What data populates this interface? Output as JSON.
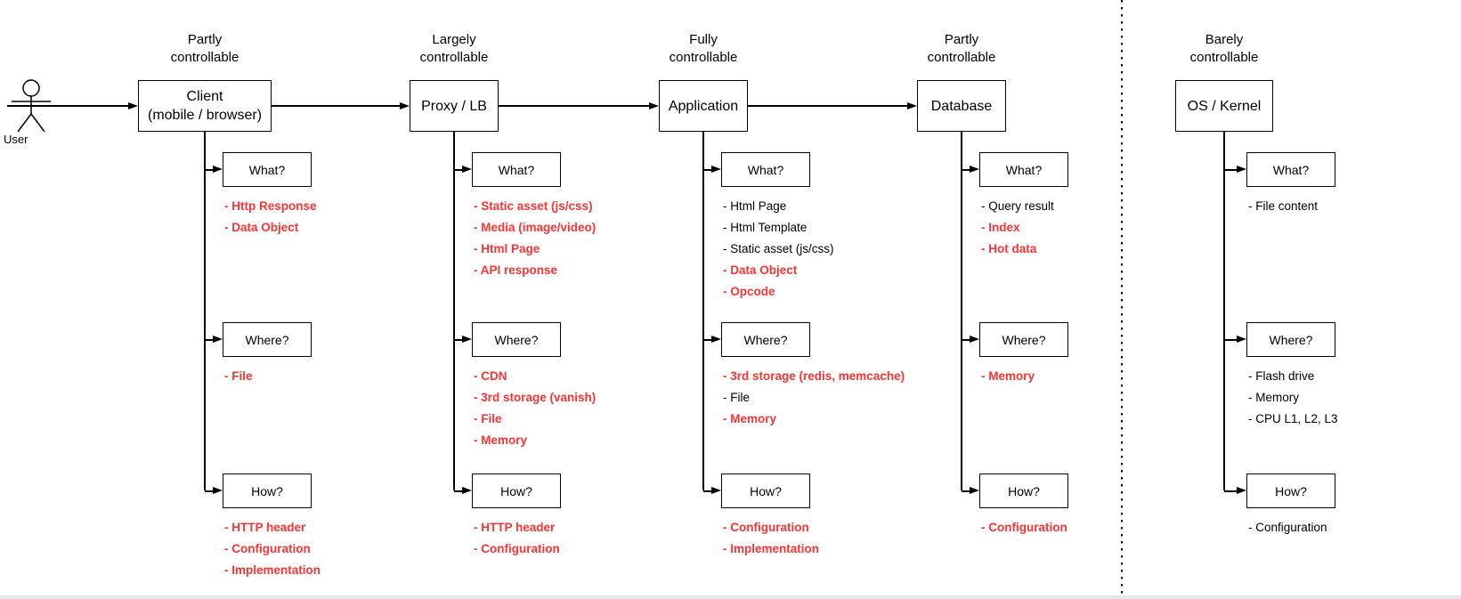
{
  "colors": {
    "highlight": "#FF3333",
    "line": "#000000"
  },
  "user": {
    "label": "User"
  },
  "columns": [
    {
      "id": "client",
      "header": "Partly\ncontrollable",
      "box": "Client\n(mobile / browser)",
      "sections": [
        {
          "label": "What?",
          "items": [
            {
              "text": "- Http Response",
              "hl": true
            },
            {
              "text": "- Data Object",
              "hl": true
            }
          ]
        },
        {
          "label": "Where?",
          "items": [
            {
              "text": "- File",
              "hl": true
            }
          ]
        },
        {
          "label": "How?",
          "items": [
            {
              "text": "- HTTP header",
              "hl": true
            },
            {
              "text": "- Configuration",
              "hl": true
            },
            {
              "text": "- Implementation",
              "hl": true
            }
          ]
        }
      ]
    },
    {
      "id": "proxy-lb",
      "header": "Largely\ncontrollable",
      "box": "Proxy / LB",
      "sections": [
        {
          "label": "What?",
          "items": [
            {
              "text": "- Static asset (js/css)",
              "hl": true
            },
            {
              "text": "- Media (image/video)",
              "hl": true
            },
            {
              "text": "- Html Page",
              "hl": true
            },
            {
              "text": "- API response",
              "hl": true
            }
          ]
        },
        {
          "label": "Where?",
          "items": [
            {
              "text": "- CDN",
              "hl": true
            },
            {
              "text": "- 3rd storage (vanish)",
              "hl": true
            },
            {
              "text": "- File",
              "hl": true
            },
            {
              "text": "- Memory",
              "hl": true
            }
          ]
        },
        {
          "label": "How?",
          "items": [
            {
              "text": "- HTTP header",
              "hl": true
            },
            {
              "text": "- Configuration",
              "hl": true
            }
          ]
        }
      ]
    },
    {
      "id": "application",
      "header": "Fully\ncontrollable",
      "box": "Application",
      "sections": [
        {
          "label": "What?",
          "items": [
            {
              "text": "- Html Page",
              "hl": false
            },
            {
              "text": "- Html Template",
              "hl": false
            },
            {
              "text": "- Static asset (js/css)",
              "hl": false
            },
            {
              "text": "- Data Object",
              "hl": true
            },
            {
              "text": "- Opcode",
              "hl": true
            }
          ]
        },
        {
          "label": "Where?",
          "items": [
            {
              "text": "- 3rd storage (redis, memcache)",
              "hl": true
            },
            {
              "text": "- File",
              "hl": false
            },
            {
              "text": "- Memory",
              "hl": true
            }
          ]
        },
        {
          "label": "How?",
          "items": [
            {
              "text": "- Configuration",
              "hl": true
            },
            {
              "text": "- Implementation",
              "hl": true
            }
          ]
        }
      ]
    },
    {
      "id": "database",
      "header": "Partly\ncontrollable",
      "box": "Database",
      "sections": [
        {
          "label": "What?",
          "items": [
            {
              "text": "- Query result",
              "hl": false
            },
            {
              "text": "- Index",
              "hl": true
            },
            {
              "text": "- Hot data",
              "hl": true
            }
          ]
        },
        {
          "label": "Where?",
          "items": [
            {
              "text": "- Memory",
              "hl": true
            }
          ]
        },
        {
          "label": "How?",
          "items": [
            {
              "text": "- Configuration",
              "hl": true
            }
          ]
        }
      ]
    },
    {
      "id": "os-kernel",
      "header": "Barely\ncontrollable",
      "box": "OS / Kernel",
      "sections": [
        {
          "label": "What?",
          "items": [
            {
              "text": "- File content",
              "hl": false
            }
          ]
        },
        {
          "label": "Where?",
          "items": [
            {
              "text": "- Flash drive",
              "hl": false
            },
            {
              "text": "- Memory",
              "hl": false
            },
            {
              "text": "- CPU L1, L2, L3",
              "hl": false
            }
          ]
        },
        {
          "label": "How?",
          "items": [
            {
              "text": "- Configuration",
              "hl": false
            }
          ]
        }
      ]
    }
  ]
}
